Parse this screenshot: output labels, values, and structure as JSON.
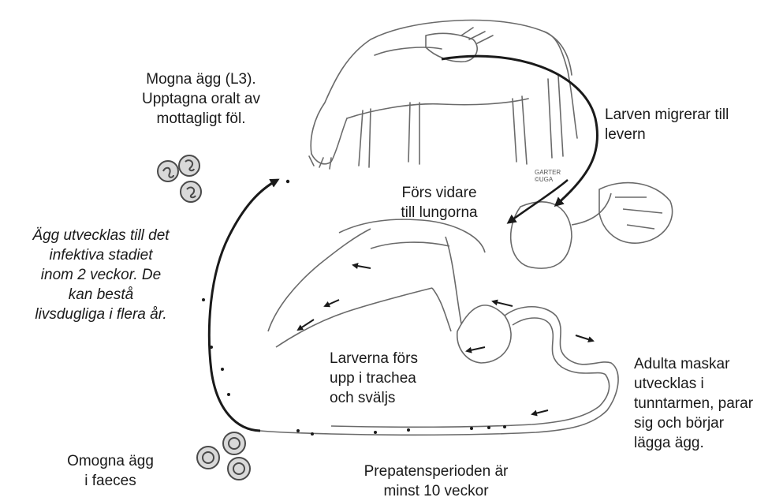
{
  "labels": {
    "mature_eggs": "Mogna ägg (L3).\nUpptagna oralt av\nmottagligt föl.",
    "larva_liver": "Larven migrerar till\nlevern",
    "to_lungs": "Förs vidare\ntill lungorna",
    "egg_development": "Ägg utvecklas till det\ninfektiva stadiet\ninom 2 veckor. De\nkan bestå\nlivsdugliga i flera år.",
    "trachea": "Larverna förs\nupp i trachea\noch sväljs",
    "adult_worms": "Adulta maskar\nutvecklas i\ntunntarmen, parar\nsig och börjar\nlägga ägg.",
    "immature_eggs": "Omogna ägg\ni faeces",
    "prepatent": "Prepatensperioden är\nminst 10 veckor",
    "artist_credit": "GARTER\n©UGA"
  },
  "colors": {
    "ink": "#1a1a1a",
    "line": "#2a2a2a",
    "sketch": "#6a6a6a",
    "egg_fill": "#d9d9d9"
  }
}
